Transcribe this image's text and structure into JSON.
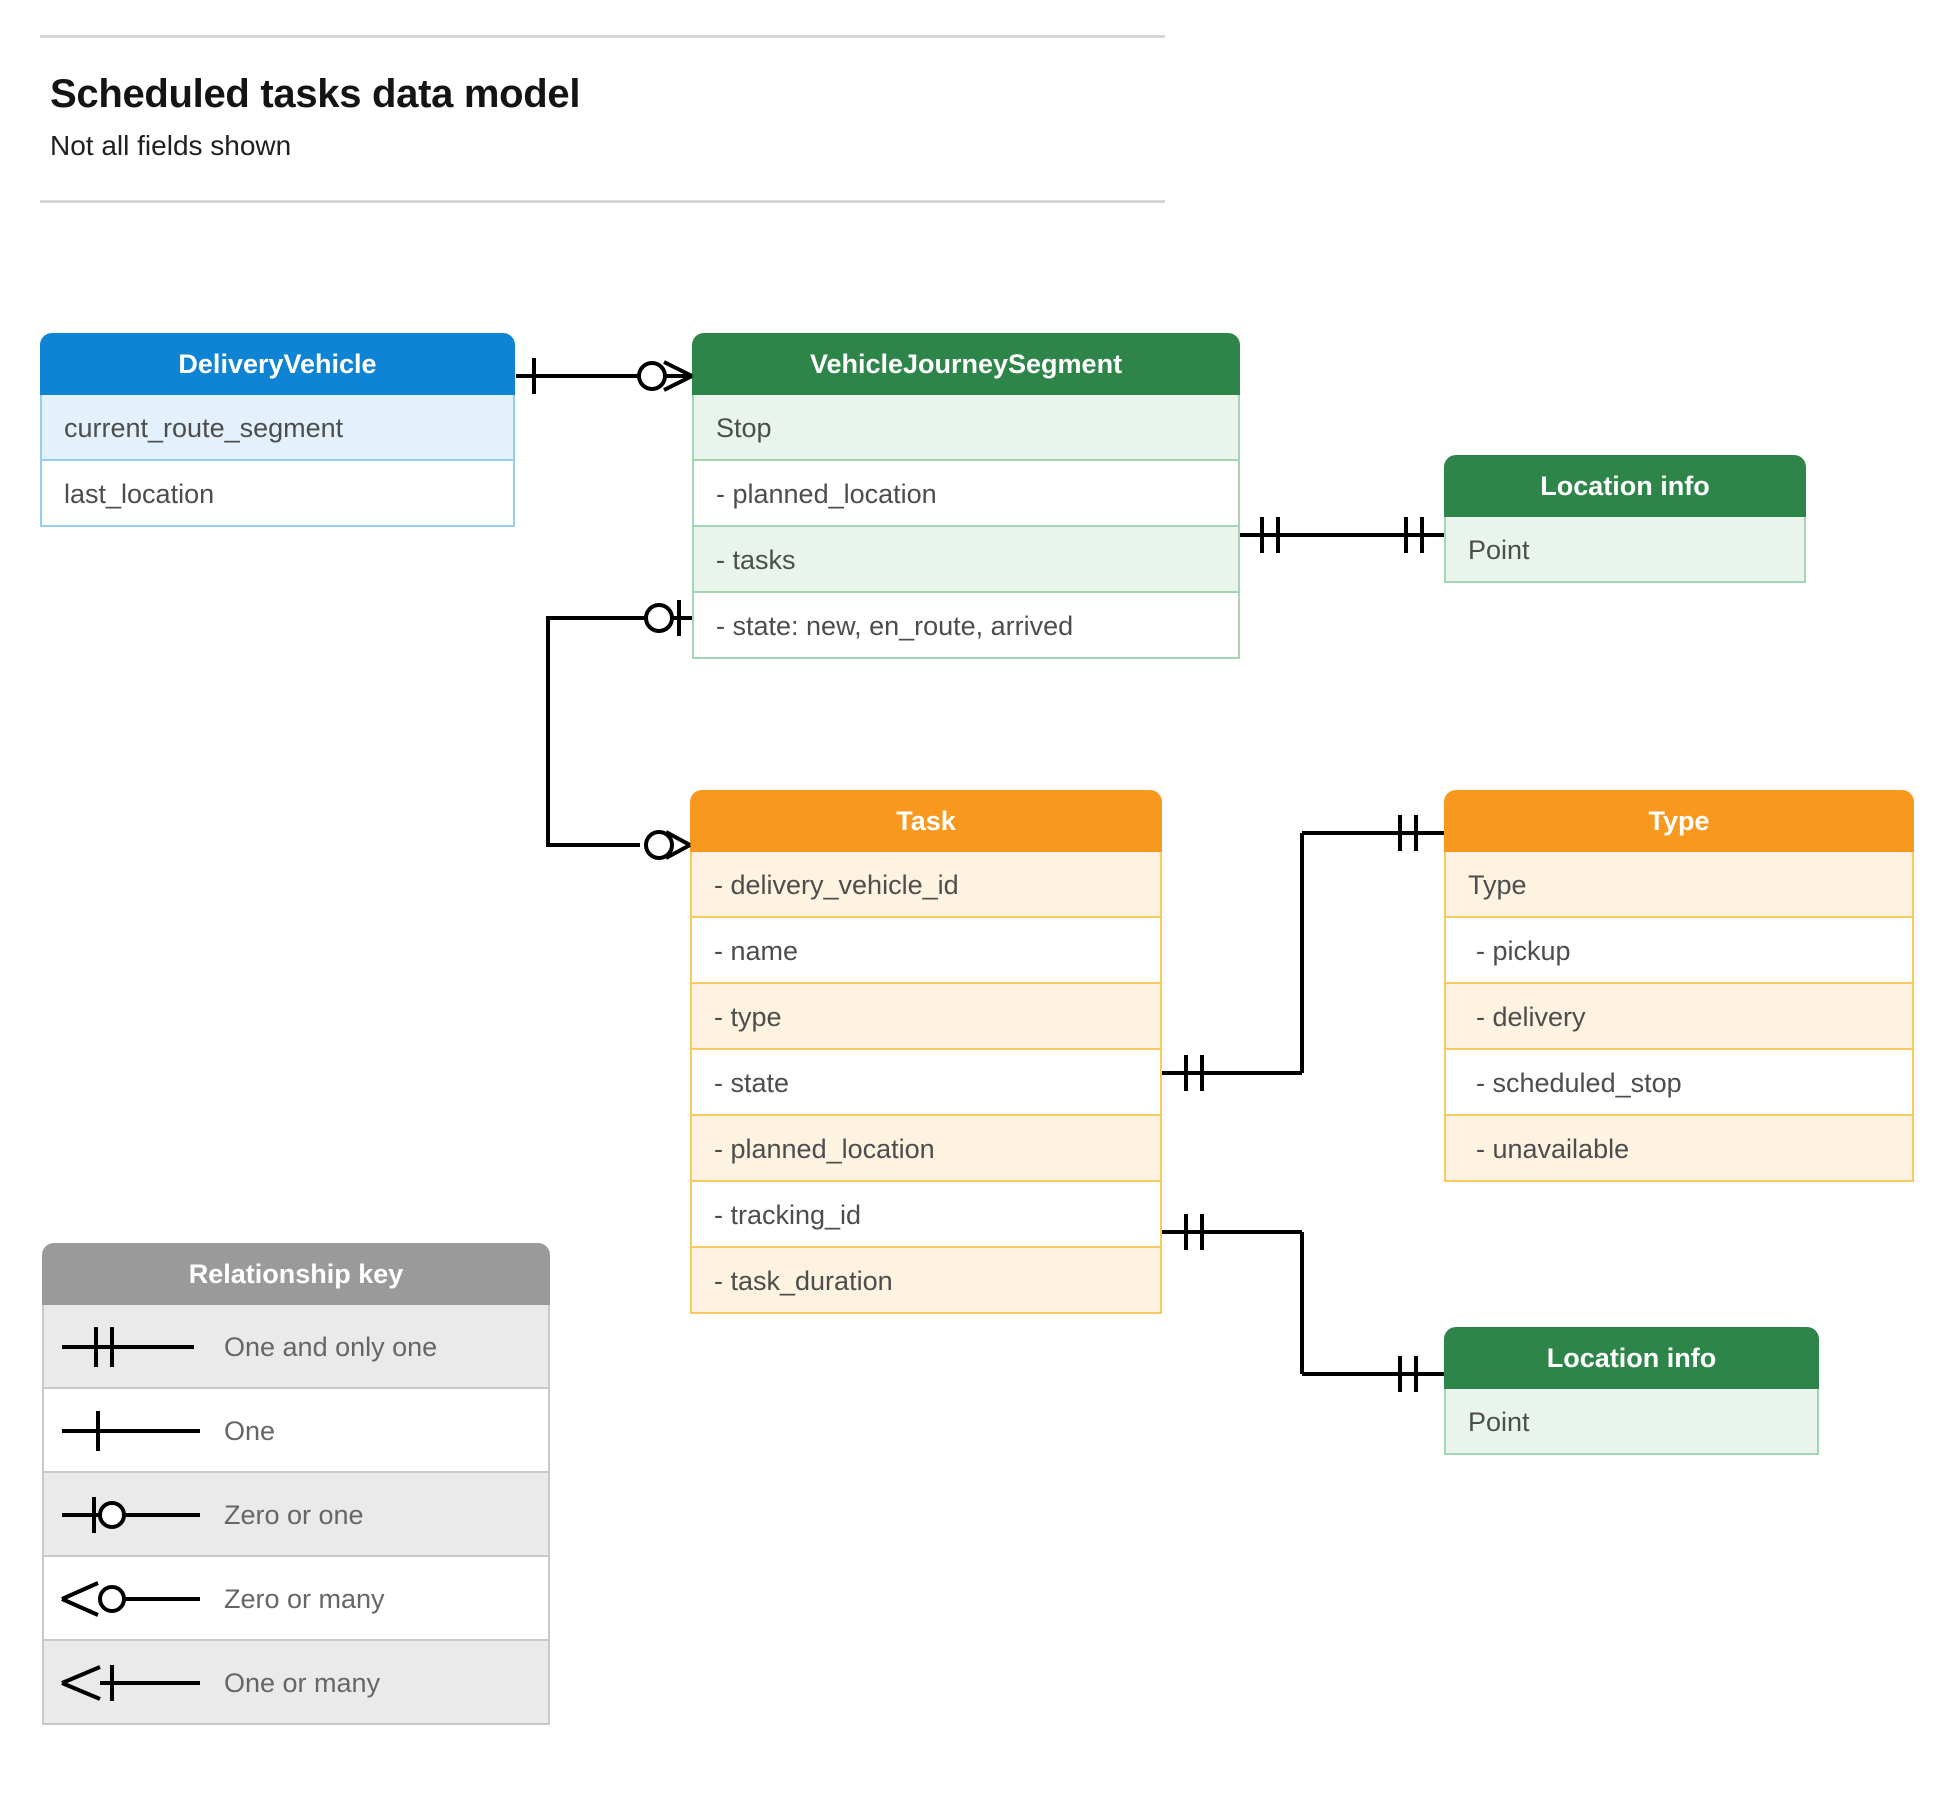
{
  "header": {
    "title": "Scheduled tasks data model",
    "subtitle": "Not all fields shown"
  },
  "entities": {
    "delivery_vehicle": {
      "title": "DeliveryVehicle",
      "color": "#0f83d4",
      "rows": [
        "current_route_segment",
        "last_location"
      ]
    },
    "vehicle_journey_segment": {
      "title": "VehicleJourneySegment",
      "color": "#2e8549",
      "rows": [
        "Stop",
        "-  planned_location",
        "- tasks",
        "- state: new, en_route, arrived"
      ]
    },
    "location_info_top": {
      "title": "Location info",
      "color": "#2e8549",
      "rows": [
        "Point"
      ]
    },
    "location_info_bottom": {
      "title": "Location info",
      "color": "#2e8549",
      "rows": [
        "Point"
      ]
    },
    "task": {
      "title": "Task",
      "color": "#f8981e",
      "rows": [
        "- delivery_vehicle_id",
        "- name",
        "- type",
        "- state",
        "- planned_location",
        "- tracking_id",
        "- task_duration"
      ]
    },
    "type": {
      "title": "Type",
      "color": "#f8981e",
      "rows": [
        "Type",
        "-   pickup",
        "-   delivery",
        "-   scheduled_stop",
        "-   unavailable"
      ]
    }
  },
  "legend": {
    "title": "Relationship key",
    "items": [
      {
        "label": "One and only one",
        "symbol": "one-and-only-one-symbol"
      },
      {
        "label": "One",
        "symbol": "one-symbol"
      },
      {
        "label": "Zero or one",
        "symbol": "zero-or-one-symbol"
      },
      {
        "label": "Zero or many",
        "symbol": "zero-or-many-symbol"
      },
      {
        "label": "One or many",
        "symbol": "one-or-many-symbol"
      }
    ]
  },
  "relationships": [
    {
      "name": "delivery-vehicle-to-journey-segment",
      "from": "DeliveryVehicle",
      "to": "VehicleJourneySegment",
      "from_cardinality": "One",
      "to_cardinality": "Zero or many"
    },
    {
      "name": "journey-segment-planned-location-to-location-info",
      "from": "VehicleJourneySegment.planned_location",
      "to": "Location info",
      "from_cardinality": "One and only one",
      "to_cardinality": "One and only one"
    },
    {
      "name": "journey-segment-tasks-to-task",
      "from": "VehicleJourneySegment.tasks",
      "to": "Task",
      "from_cardinality": "Zero or one",
      "to_cardinality": "Zero or many"
    },
    {
      "name": "task-type-to-type",
      "from": "Task.type",
      "to": "Type",
      "from_cardinality": "One and only one",
      "to_cardinality": "One and only one"
    },
    {
      "name": "task-planned-location-to-location-info",
      "from": "Task.planned_location",
      "to": "Location info",
      "from_cardinality": "One and only one",
      "to_cardinality": "One and only one"
    }
  ],
  "colors": {
    "blue": "#0f83d4",
    "green": "#2e8549",
    "orange": "#f8981e",
    "gray": "#9a9a9a",
    "line": "#000000"
  }
}
